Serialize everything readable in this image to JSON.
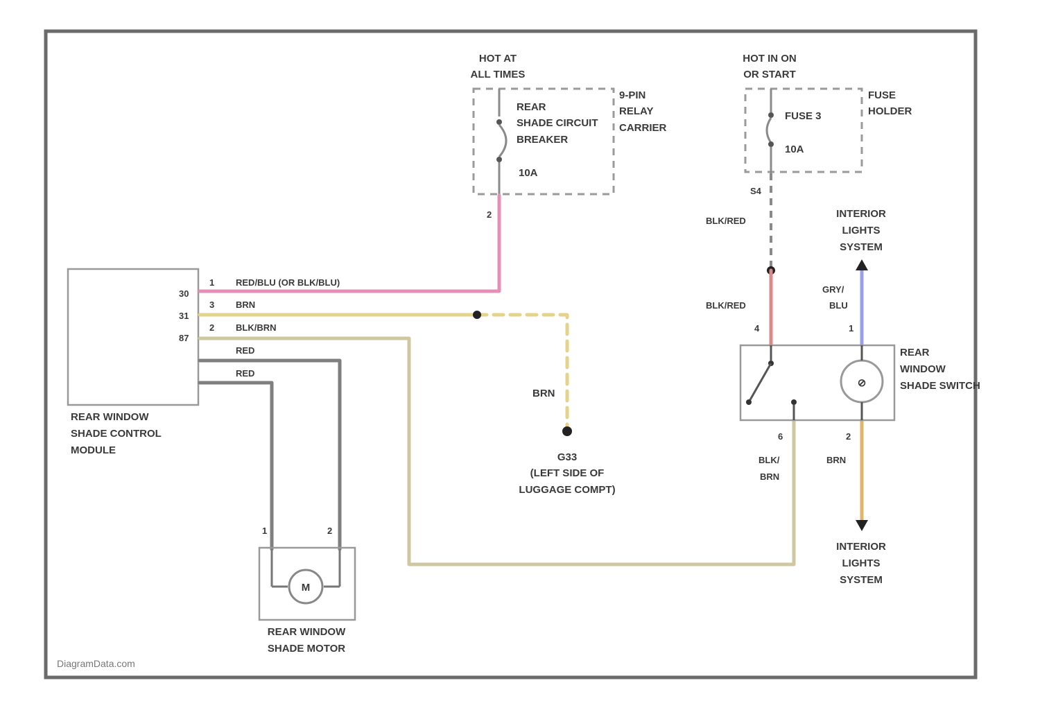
{
  "colors": {
    "frame": "#6b6b6b",
    "pink": "#e58fb6",
    "yellow": "#e4d38a",
    "tan": "#cfc7a0",
    "gray": "#7f7f7f",
    "red": "#d98a8a",
    "blue": "#9aa0e8",
    "orange": "#e1b46a",
    "black_dash": "#8a8a8a"
  },
  "breaker": {
    "power_label_1": "HOT AT",
    "power_label_2": "ALL TIMES",
    "name_1": "REAR",
    "name_2": "SHADE CIRCUIT",
    "name_3": "BREAKER",
    "rating": "10A",
    "holder_1": "9-PIN",
    "holder_2": "RELAY",
    "holder_3": "CARRIER",
    "pin_out": "2"
  },
  "fuse": {
    "power_label_1": "HOT IN ON",
    "power_label_2": "OR START",
    "name": "FUSE 3",
    "rating": "10A",
    "holder_1": "FUSE",
    "holder_2": "HOLDER",
    "connector": "S4"
  },
  "module": {
    "name_1": "REAR WINDOW",
    "name_2": "SHADE CONTROL",
    "name_3": "MODULE",
    "terminals": [
      "30",
      "31",
      "87"
    ],
    "wires": [
      {
        "pin": "1",
        "color": "RED/BLU (OR BLK/BLU)"
      },
      {
        "pin": "3",
        "color": "BRN"
      },
      {
        "pin": "2",
        "color": "BLK/BRN"
      },
      {
        "pin": "",
        "color": "RED"
      },
      {
        "pin": "",
        "color": "RED"
      }
    ]
  },
  "ground": {
    "wire_label": "BRN",
    "name_1": "G33",
    "name_2": "(LEFT SIDE OF",
    "name_3": "LUGGAGE COMPT)"
  },
  "switch": {
    "name_1": "REAR",
    "name_2": "WINDOW",
    "name_3": "SHADE SWITCH",
    "lamp_symbol": "⊘",
    "pins": {
      "top_left": "4",
      "top_right": "1",
      "bottom_left": "6",
      "bottom_right": "2"
    },
    "wire_top_left_1": "BLK/RED",
    "wire_top_left_2": "BLK/RED",
    "wire_top_right_1": "GRY/",
    "wire_top_right_2": "BLU",
    "wire_bottom_left_1": "BLK/",
    "wire_bottom_left_2": "BRN",
    "wire_bottom_right": "BRN"
  },
  "interior_top": {
    "line1": "INTERIOR",
    "line2": "LIGHTS",
    "line3": "SYSTEM"
  },
  "interior_bottom": {
    "line1": "INTERIOR",
    "line2": "LIGHTS",
    "line3": "SYSTEM"
  },
  "motor": {
    "symbol": "M",
    "pin_left": "1",
    "pin_right": "2",
    "name_1": "REAR WINDOW",
    "name_2": "SHADE MOTOR"
  },
  "watermark": "DiagramData.com"
}
